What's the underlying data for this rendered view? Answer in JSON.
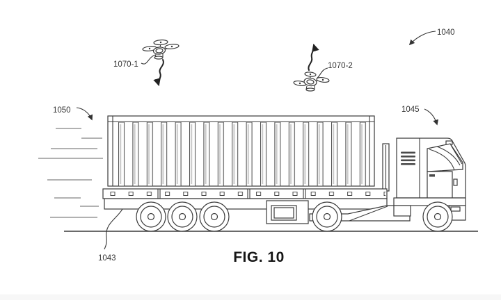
{
  "figure": {
    "caption": "FIG. 10",
    "type": "patent-line-drawing",
    "parts": [
      "container-truck-with-flatbed-trailer",
      "shipping-container",
      "quadcopter-drone-descending",
      "quadcopter-drone-ascending",
      "motion-lines"
    ],
    "callouts": [
      {
        "ref": "1040",
        "target": "overall-system"
      },
      {
        "ref": "1043",
        "target": "trailer-flatbed"
      },
      {
        "ref": "1045",
        "target": "truck-cab"
      },
      {
        "ref": "1050",
        "target": "motion-lines"
      },
      {
        "ref": "1070-1",
        "target": "drone-descending"
      },
      {
        "ref": "1070-2",
        "target": "drone-ascending"
      }
    ],
    "colors": {
      "line": "#3a3a3a",
      "motion_line": "#a6a6a6",
      "label": "#333333",
      "background": "#ffffff"
    }
  }
}
